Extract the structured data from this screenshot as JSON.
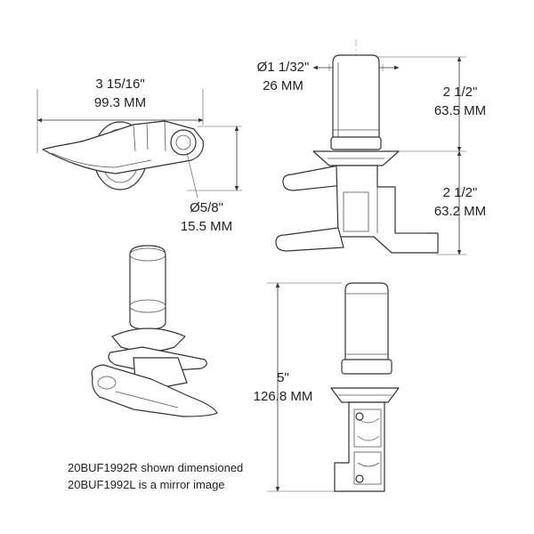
{
  "dimensions": {
    "length_in": "3 15/16\"",
    "length_mm": "99.3 MM",
    "hole_in": "Ø5/8\"",
    "hole_mm": "15.5 MM",
    "shaft_dia_in": "Ø1 1/32\"",
    "shaft_dia_mm": "26 MM",
    "upper_height_in": "2 1/2\"",
    "upper_height_mm": "63.5 MM",
    "lower_height_in": "2 1/2\"",
    "lower_height_mm": "63.2 MM",
    "total_height_in": "5\"",
    "total_height_mm": "126.8 MM"
  },
  "notes": {
    "line1": "20BUF1992R shown dimensioned",
    "line2": "20BUF1992L is a mirror image"
  },
  "colors": {
    "line": "#333333",
    "text": "#222222",
    "background": "#ffffff"
  }
}
